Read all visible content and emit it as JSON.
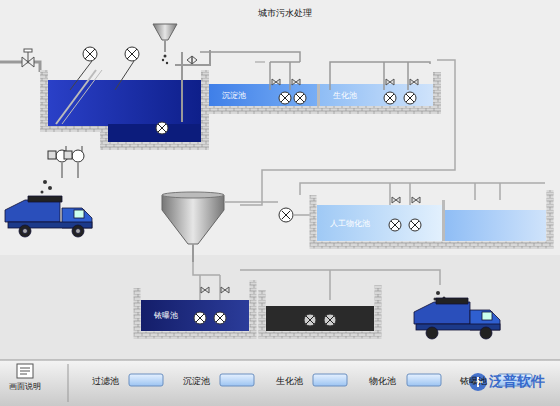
{
  "diagram": {
    "title": "城市污水处理",
    "nodes": [
      {
        "text": [
          "沉淀池"
        ]
      },
      {
        "text": [
          "生化池"
        ]
      },
      {
        "text": [
          "人工物化池"
        ]
      },
      {
        "text": [
          "铱曝池"
        ]
      },
      {
        "text": [
          "画面说明"
        ]
      }
    ],
    "labels": [
      "过滤池",
      "沉淀池",
      "生化池",
      "物化池",
      "铱曝池",
      "泛普软件"
    ]
  }
}
